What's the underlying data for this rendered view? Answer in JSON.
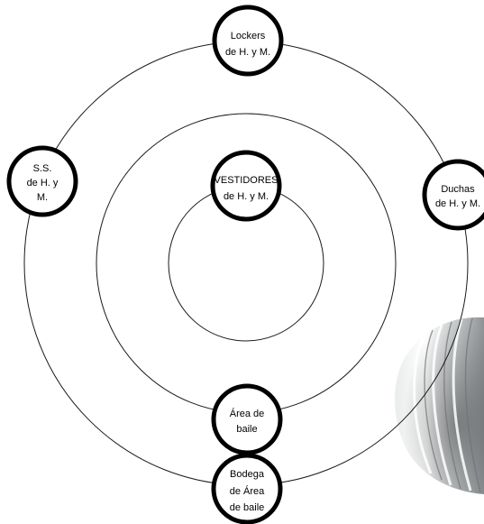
{
  "diagram": {
    "rings": [
      "outer",
      "middle",
      "inner"
    ],
    "nodes": [
      {
        "id": "lockers",
        "lines": [
          "Lockers",
          "de H. y M."
        ]
      },
      {
        "id": "ss",
        "lines": [
          "S.S.",
          "de H. y",
          "M."
        ]
      },
      {
        "id": "duchas",
        "lines": [
          "Duchas",
          "de H. y M."
        ]
      },
      {
        "id": "vestidores",
        "lines": [
          "VESTIDORES",
          "de H. y M."
        ]
      },
      {
        "id": "area-baile",
        "lines": [
          "Área de",
          "baile"
        ]
      },
      {
        "id": "bodega",
        "lines": [
          "Bodega",
          "de Área",
          "de baile"
        ]
      }
    ]
  },
  "decoration": {
    "background": "#ffffff",
    "line_color": "#1a1a1a",
    "node_border": "#000000",
    "image": "glass-vase"
  }
}
